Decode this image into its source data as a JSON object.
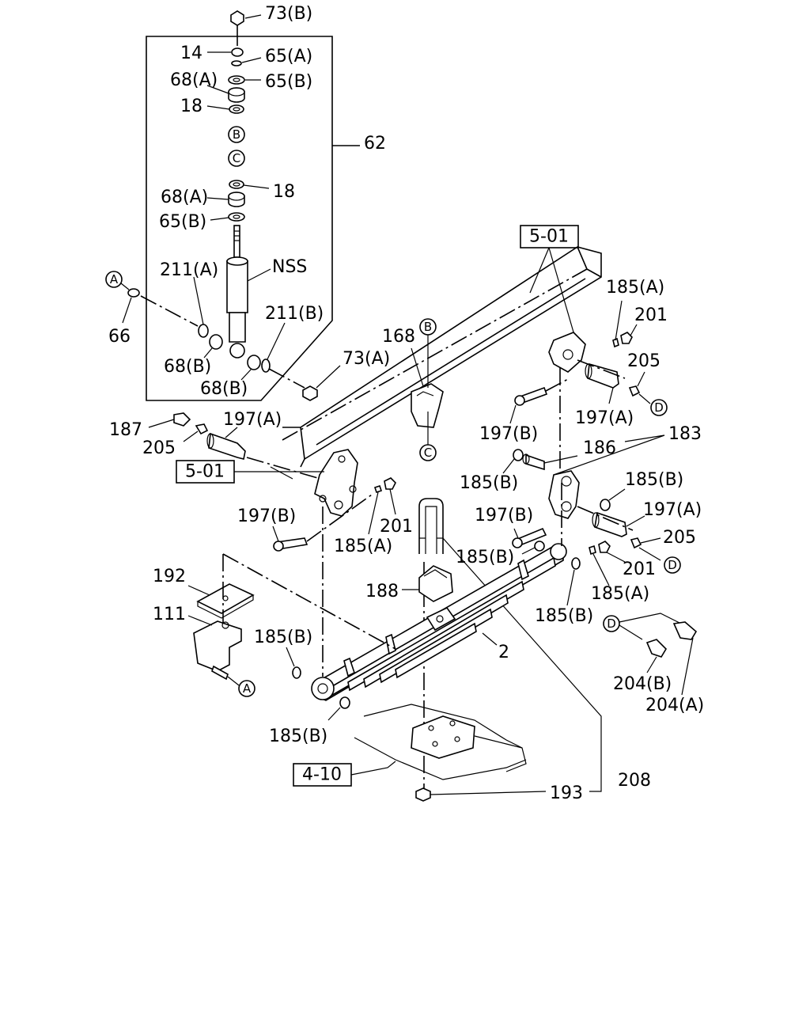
{
  "labels": {
    "l_73b": "73(B)",
    "l_14": "14",
    "l_65a": "65(A)",
    "l_68a_top": "68(A)",
    "l_65b_top": "65(B)",
    "l_18_top": "18",
    "l_62": "62",
    "l_68a_mid": "68(A)",
    "l_18_mid": "18",
    "l_65b_mid": "65(B)",
    "l_211a": "211(A)",
    "l_nss": "NSS",
    "l_66": "66",
    "l_211b": "211(B)",
    "l_68b_left": "68(B)",
    "l_68b_right": "68(B)",
    "l_73a": "73(A)",
    "l_168": "168",
    "l_185a_tr": "185(A)",
    "l_201_tr": "201",
    "l_205_tr": "205",
    "l_197a_tr": "197(A)",
    "l_197b_c": "197(B)",
    "l_187": "187",
    "l_197a_l": "197(A)",
    "l_205_l": "205",
    "l_186": "186",
    "l_183": "183",
    "l_185b_c": "185(B)",
    "l_185b_r": "185(B)",
    "l_197a_r": "197(A)",
    "l_197b_l": "197(B)",
    "l_201_l": "201",
    "l_185a_l": "185(A)",
    "l_197b_r": "197(B)",
    "l_185b_mid": "185(B)",
    "l_205_r": "205",
    "l_201_r": "201",
    "l_185a_r": "185(A)",
    "l_192": "192",
    "l_188": "188",
    "l_185b_rr": "185(B)",
    "l_111": "111",
    "l_185b_ll": "185(B)",
    "l_2": "2",
    "l_204b": "204(B)",
    "l_204a": "204(A)",
    "l_185b_bot": "185(B)",
    "l_208": "208",
    "l_193": "193"
  },
  "references": {
    "ref_a": "A",
    "ref_b": "B",
    "ref_c": "C",
    "ref_d": "D",
    "box_501": "5-01",
    "box_410": "4-10"
  },
  "colors": {
    "ink": "#000000",
    "background": "#ffffff"
  }
}
